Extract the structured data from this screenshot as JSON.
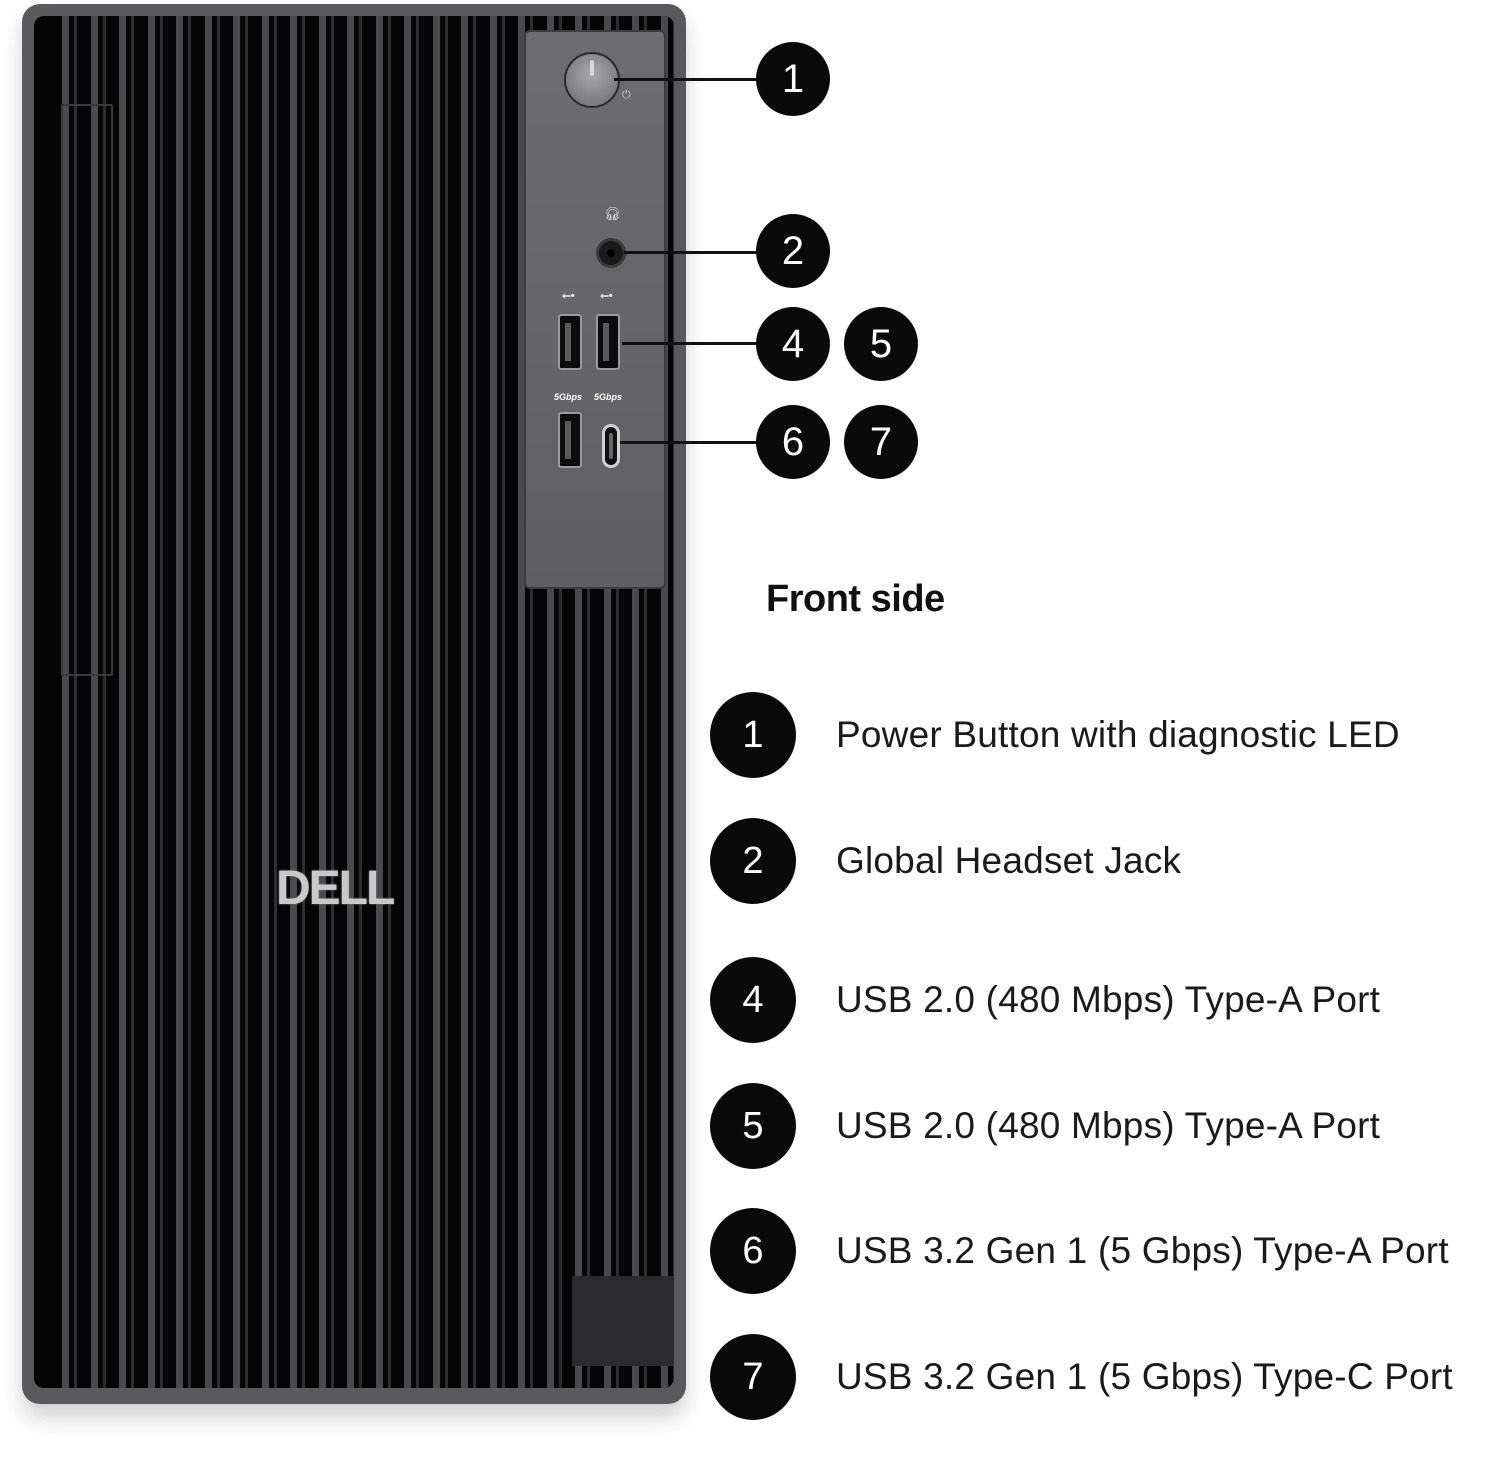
{
  "product": {
    "brand_logo": "DELL",
    "panel_labels": {
      "usb_symbol": "⭠",
      "gbps_left": "5Gbps",
      "gbps_right": "5Gbps"
    }
  },
  "callouts": [
    {
      "number": "1",
      "target": "power-button"
    },
    {
      "number": "2",
      "target": "headset-jack"
    },
    {
      "number": "4",
      "target": "usb-a-left"
    },
    {
      "number": "5",
      "target": "usb-a-right"
    },
    {
      "number": "6",
      "target": "usb-a-5gbps"
    },
    {
      "number": "7",
      "target": "usb-c-5gbps"
    }
  ],
  "legend": {
    "title": "Front side",
    "items": [
      {
        "number": "1",
        "label": "Power Button with diagnostic LED"
      },
      {
        "number": "2",
        "label": "Global Headset Jack"
      },
      {
        "number": "4",
        "label": "USB 2.0 (480 Mbps) Type-A Port"
      },
      {
        "number": "5",
        "label": "USB 2.0 (480 Mbps) Type-A Port"
      },
      {
        "number": "6",
        "label": "USB 3.2 Gen 1 (5 Gbps) Type-A Port"
      },
      {
        "number": "7",
        "label": "USB 3.2 Gen 1 (5 Gbps) Type-C Port"
      }
    ]
  },
  "colors": {
    "chassis": "#050505",
    "fin": "#4a4a4c",
    "panel": "#666668",
    "badge": "#0a0a0a",
    "text": "#1a1a1a"
  }
}
